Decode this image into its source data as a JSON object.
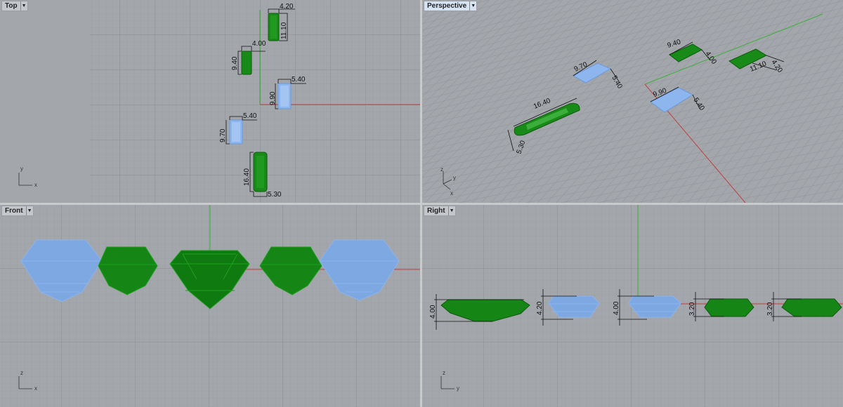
{
  "viewports": [
    {
      "title": "Top",
      "axes": [
        "y",
        "x"
      ]
    },
    {
      "title": "Perspective",
      "axes": [
        "z",
        "y",
        "x"
      ]
    },
    {
      "title": "Front",
      "axes": [
        "z",
        "x"
      ]
    },
    {
      "title": "Right",
      "axes": [
        "z",
        "y"
      ]
    }
  ],
  "top_dims": [
    "4.20",
    "11.10",
    "4.00",
    "9.40",
    "5.40",
    "9.90",
    "5.40",
    "9.70",
    "16.40",
    "5.30"
  ],
  "persp_dims": [
    "9.40",
    "4.00",
    "4.20",
    "11.10",
    "9.70",
    "5.40",
    "16.40",
    "5.30",
    "9.90",
    "5.40"
  ],
  "right_dims": [
    "4.00",
    "4.20",
    "4.00",
    "3.20",
    "3.20"
  ],
  "colors": {
    "green": "#1a8a1a",
    "blue": "#7fa9e6",
    "grid": "#9a9da2",
    "bg": "#a3a6ab"
  }
}
